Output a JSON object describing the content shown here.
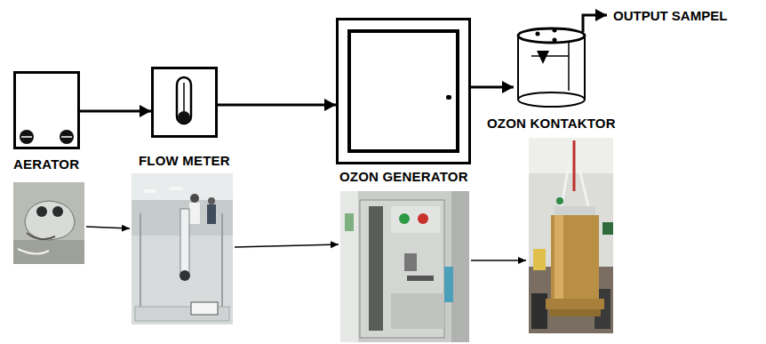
{
  "diagram": {
    "nodes": [
      {
        "text": [
          "AERATOR"
        ]
      },
      {
        "text": [
          "FLOW METER"
        ]
      },
      {
        "text": [
          "OZON GENERATOR"
        ]
      },
      {
        "text": [
          "OZON KONTAKTOR"
        ]
      }
    ],
    "edges": [
      {
        "from": 0,
        "to": 1,
        "arrow": "to"
      },
      {
        "from": 1,
        "to": 2,
        "arrow": "to"
      },
      {
        "from": 2,
        "to": 3,
        "arrow": "to"
      }
    ],
    "labels": [
      "OUTPUT SAMPEL"
    ]
  }
}
